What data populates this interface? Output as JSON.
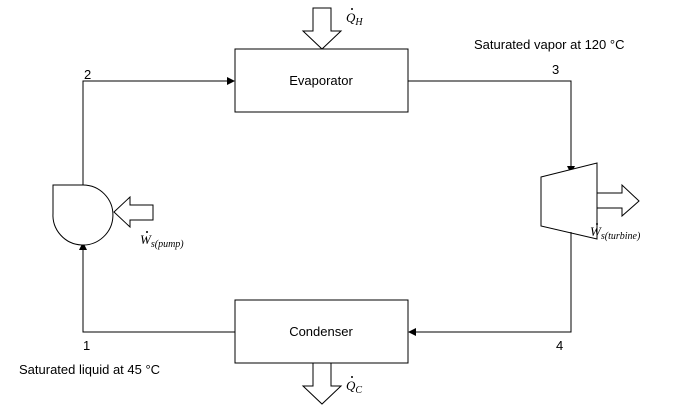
{
  "components": {
    "evaporator": "Evaporator",
    "condenser": "Condenser"
  },
  "states": {
    "s1": "1",
    "s2": "2",
    "s3": "3",
    "s4": "4"
  },
  "annotations": {
    "saturated_vapor": "Saturated vapor at 120 °C",
    "saturated_liquid": "Saturated liquid at 45 °C"
  },
  "energy_flows": {
    "q_h": {
      "symbol": "Q",
      "subscript": "H"
    },
    "q_c": {
      "symbol": "Q",
      "subscript": "C"
    },
    "w_pump": {
      "symbol": "W",
      "subscript": "s(pump)"
    },
    "w_turbine": {
      "symbol": "W",
      "subscript": "s(turbine)"
    }
  }
}
